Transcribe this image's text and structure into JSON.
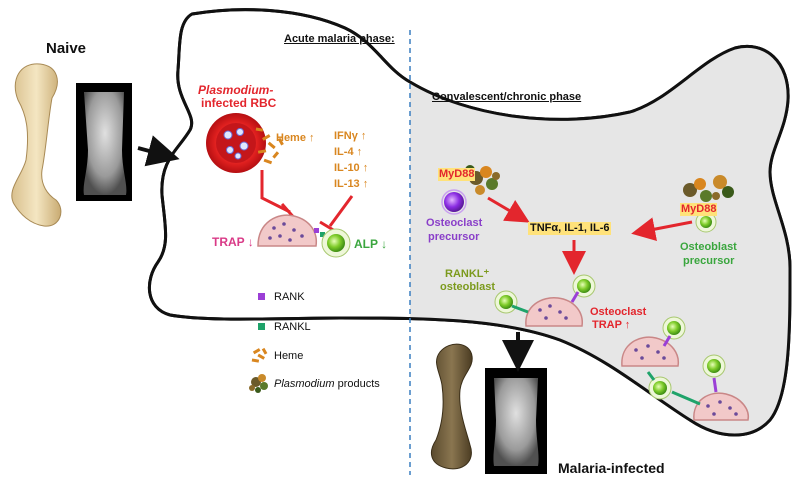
{
  "labels": {
    "naive": "Naive",
    "malaria_infected": "Malaria-infected",
    "acute_phase": "Acute malaria phase:",
    "chronic_phase": "Convalescent/chronic phase",
    "plasmodium_rbc_line1": "Plasmodium-",
    "plasmodium_rbc_line2": "infected RBC",
    "heme": "Heme ↑",
    "cytokines": [
      "IFNγ ↑",
      "IL-4 ↑",
      "IL-10 ↑",
      "IL-13 ↑"
    ],
    "trap_down": "TRAP ↓",
    "alp_down": "ALP ↓",
    "myd88_left": "MyD88",
    "myd88_right": "MyD88",
    "osteoclast_precursor_line1": "Osteoclast",
    "osteoclast_precursor_line2": "precursor",
    "osteoblast_precursor_line1": "Osteoblast",
    "osteoblast_precursor_line2": "precursor",
    "tnf": "TNFα, IL-1, IL-6",
    "rankl_osteoblast_line1": "RANKL⁺",
    "rankl_osteoblast_line2": "osteoblast",
    "osteoclast_trap_line1": "Osteoclast",
    "osteoclast_trap_line2": "TRAP ↑"
  },
  "legend": [
    {
      "label": "RANK",
      "icon": "rank-square-icon"
    },
    {
      "label": "RANKL",
      "icon": "rankl-square-icon"
    },
    {
      "label": "Heme",
      "icon": "heme-crystal-icon"
    },
    {
      "label_italic": "Plasmodium",
      "label_rest": " products",
      "icon": "plasmodium-products-icon"
    }
  ],
  "colors": {
    "rank": "#9b3fd6",
    "rankl": "#1fa36a",
    "osteoclast_fill": "#f2c9c9",
    "osteoblast_fill": "#7fcc2a",
    "bone_fill": "#e8e8e8",
    "red": "#e3262d",
    "orange": "#d9861f"
  }
}
